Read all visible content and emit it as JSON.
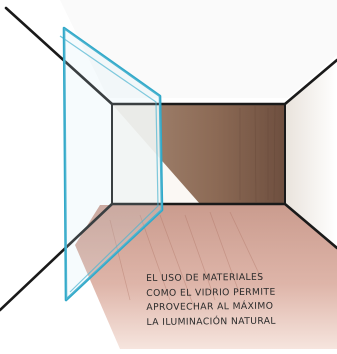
{
  "illustration": {
    "subject": "perspective-room-with-glass-wall",
    "colors": {
      "glass_frame": "#31a9c9",
      "back_wall": "#8c6a55",
      "floor": "#c98a7a",
      "outline": "#1a1a1a"
    }
  },
  "caption": {
    "lines": [
      "EL USO DE MATERIALES",
      "COMO EL VIDRIO PERMITE",
      "APROVECHAR AL MÁXIMO",
      "LA ILUMINACIÓN NATURAL"
    ]
  }
}
